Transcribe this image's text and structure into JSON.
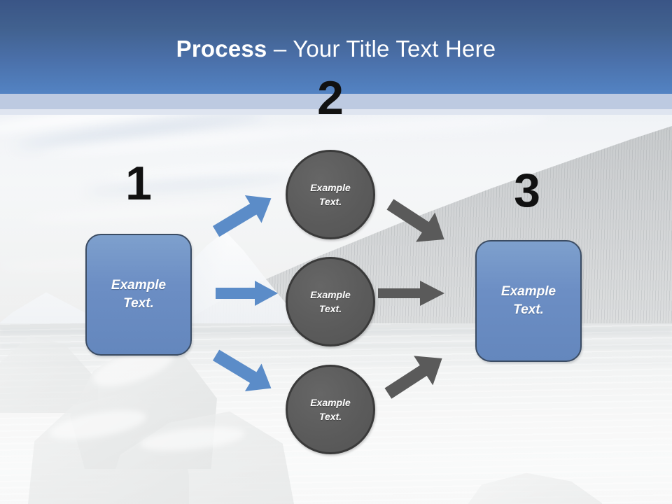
{
  "slide": {
    "title_bold": "Process",
    "title_separator": " – ",
    "title_rest": "Your Title Text Here",
    "background_description": "mountain lake photo"
  },
  "colors": {
    "header_top": "#3a5586",
    "header_bottom": "#5383c3",
    "header_stripe": "#bdcae1",
    "box_fill": "#6c8ec4",
    "box_border": "#3b4c63",
    "circle_fill": "#595959",
    "circle_border": "#3a3a3a",
    "arrow_blue": "#5b8cc8",
    "arrow_gray": "#5a5a5a",
    "number_color": "#111111",
    "text_on_shape": "#ffffff"
  },
  "steps": [
    {
      "number": "1"
    },
    {
      "number": "2"
    },
    {
      "number": "3"
    }
  ],
  "shapes": {
    "box_start": {
      "line1": "Example",
      "line2": "Text."
    },
    "box_end": {
      "line1": "Example",
      "line2": "Text."
    },
    "circle_top": {
      "line1": "Example",
      "line2": "Text."
    },
    "circle_middle": {
      "line1": "Example",
      "line2": "Text."
    },
    "circle_bottom": {
      "line1": "Example",
      "line2": "Text."
    }
  },
  "arrows": [
    {
      "name": "arrow-in-top",
      "color": "#5b8cc8",
      "direction": "up-right"
    },
    {
      "name": "arrow-in-middle",
      "color": "#5b8cc8",
      "direction": "right"
    },
    {
      "name": "arrow-in-bottom",
      "color": "#5b8cc8",
      "direction": "down-right"
    },
    {
      "name": "arrow-out-top",
      "color": "#5a5a5a",
      "direction": "down-right"
    },
    {
      "name": "arrow-out-middle",
      "color": "#5a5a5a",
      "direction": "right"
    },
    {
      "name": "arrow-out-bottom",
      "color": "#5a5a5a",
      "direction": "up-right"
    }
  ]
}
